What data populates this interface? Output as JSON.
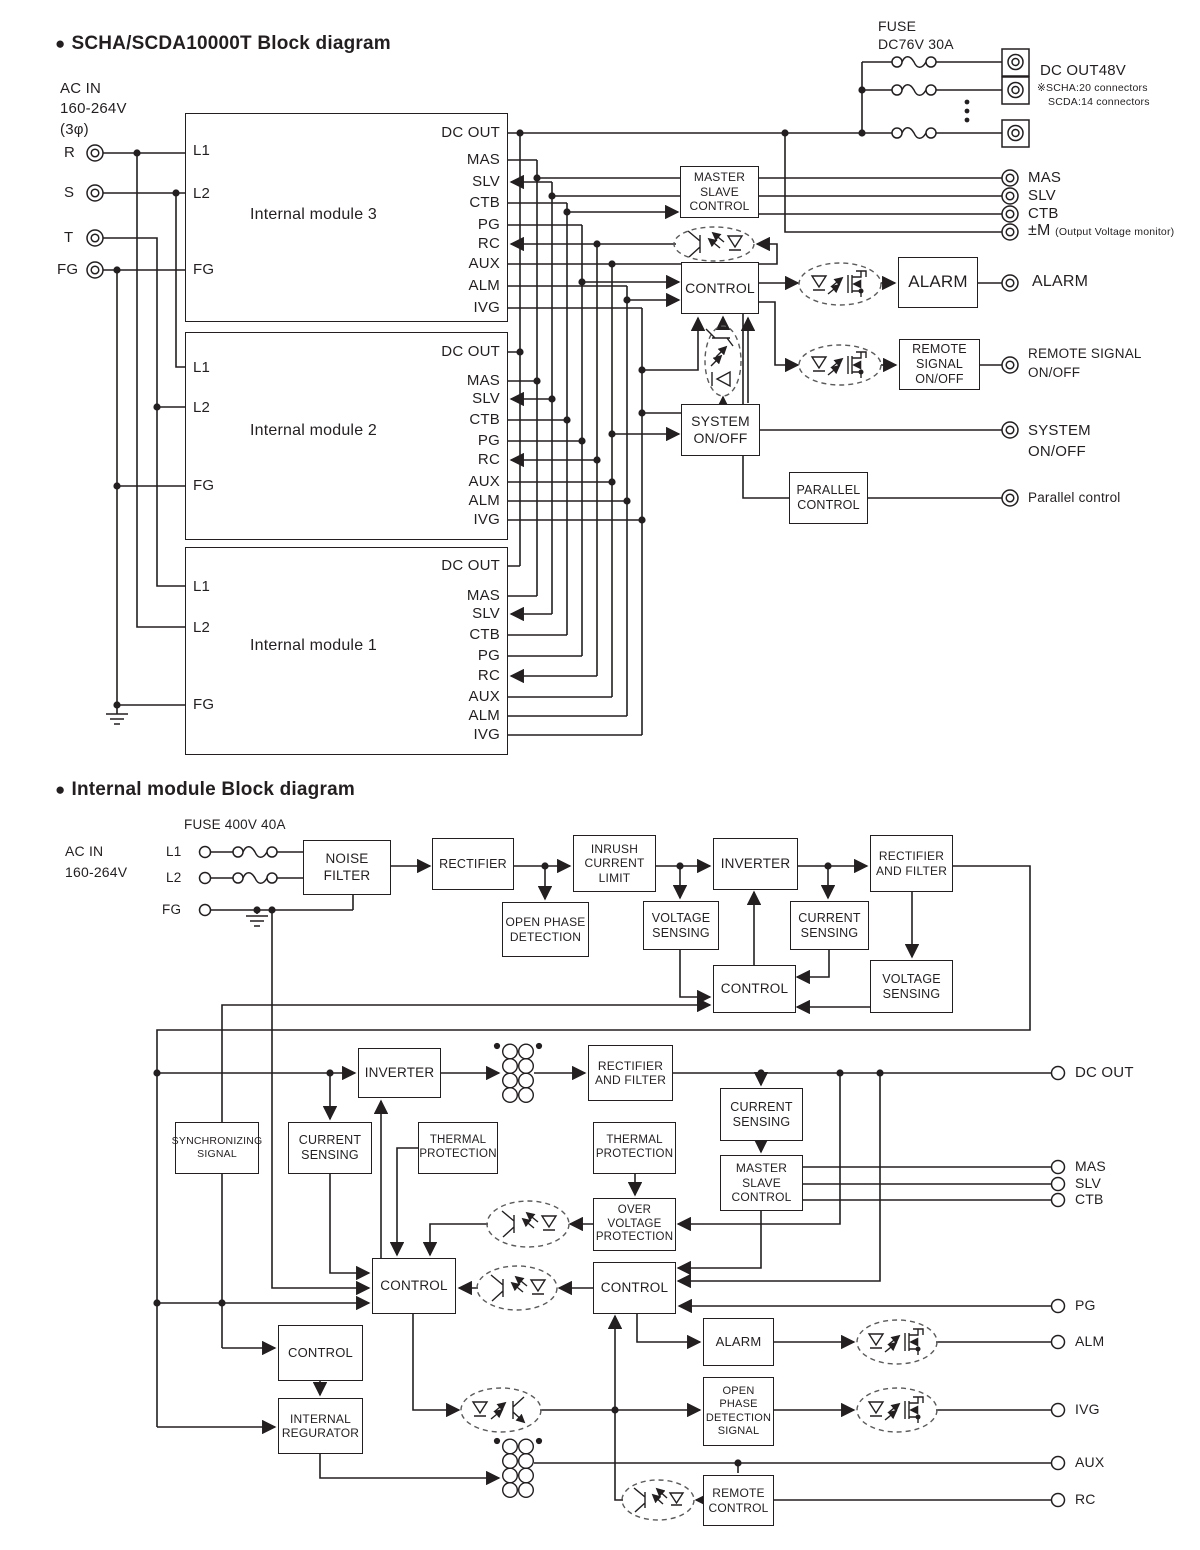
{
  "colors": {
    "ink": "#231f20",
    "dash": "#5a5a5a",
    "bg": "#ffffff"
  },
  "icons": [
    "bullet-icon",
    "terminal-icon",
    "connector-icon",
    "fuse-icon",
    "ground-icon",
    "transformer-icon",
    "optocoupler-icon",
    "dots-ellipsis-icon"
  ],
  "d1": {
    "bullet": "●",
    "title": "SCHA/SCDA10000T Block diagram",
    "ac1": "AC IN",
    "ac2": "160-264V",
    "ac3": "(3φ)",
    "in_r": "R",
    "in_s": "S",
    "in_t": "T",
    "in_fg": "FG",
    "pin_l1": "L1",
    "pin_l2": "L2",
    "pin_fg": "FG",
    "pin_dcout": "DC OUT",
    "pin_mas": "MAS",
    "pin_slv": "SLV",
    "pin_ctb": "CTB",
    "pin_pg": "PG",
    "pin_rc": "RC",
    "pin_aux": "AUX",
    "pin_alm": "ALM",
    "pin_ivg": "IVG",
    "mod3": "Internal module 3",
    "mod2": "Internal module 2",
    "mod1": "Internal module 1",
    "fuse1": "FUSE",
    "fuse2": "DC76V 30A",
    "dcout_title": "DC OUT48V",
    "dcout_note1": "※SCHA:20 connectors",
    "dcout_note2": "SCDA:14 connectors",
    "blk_msc": "MASTER SLAVE CONTROL",
    "blk_ctrl": "CONTROL",
    "blk_sys": "SYSTEM ON/OFF",
    "blk_par": "PARALLEL CONTROL",
    "blk_alarm": "ALARM",
    "blk_remote": "REMOTE SIGNAL ON/OFF",
    "out_mas": "MAS",
    "out_slv": "SLV",
    "out_ctb": "CTB",
    "out_pm": "±M",
    "out_pm_note": "(Output Voltage monitor)",
    "out_alarm": "ALARM",
    "out_remote": "REMOTE SIGNAL ON/OFF",
    "out_sys": "SYSTEM ON/OFF",
    "out_par": "Parallel control"
  },
  "d2": {
    "bullet": "●",
    "title": "Internal module Block diagram",
    "ac1": "AC IN",
    "ac2": "160-264V",
    "fuse": "FUSE 400V 40A",
    "pin_l1": "L1",
    "pin_l2": "L2",
    "pin_fg": "FG",
    "blk_nf": "NOISE FILTER",
    "blk_rect": "RECTIFIER",
    "blk_icl": "INRUSH CURRENT LIMIT",
    "blk_inv": "INVERTER",
    "blk_rf": "RECTIFIER AND FILTER",
    "blk_opd": "OPEN PHASE DETECTION",
    "blk_vs": "VOLTAGE SENSING",
    "blk_cs": "CURRENT SENSING",
    "blk_ctrl": "CONTROL",
    "blk_sync": "SYNCHRONIZING SIGNAL",
    "blk_tp": "THERMAL PROTECTION",
    "blk_msc": "MASTER SLAVE CONTROL",
    "blk_ovp": "OVER VOLTAGE PROTECTION",
    "blk_ir": "INTERNAL REGURATOR",
    "blk_alarm": "ALARM",
    "blk_opds": "OPEN PHASE DETECTION SIGNAL",
    "blk_rc": "REMOTE CONTROL",
    "out_dcout": "DC OUT",
    "out_mas": "MAS",
    "out_slv": "SLV",
    "out_ctb": "CTB",
    "out_pg": "PG",
    "out_alm": "ALM",
    "out_ivg": "IVG",
    "out_aux": "AUX",
    "out_rc": "RC"
  }
}
